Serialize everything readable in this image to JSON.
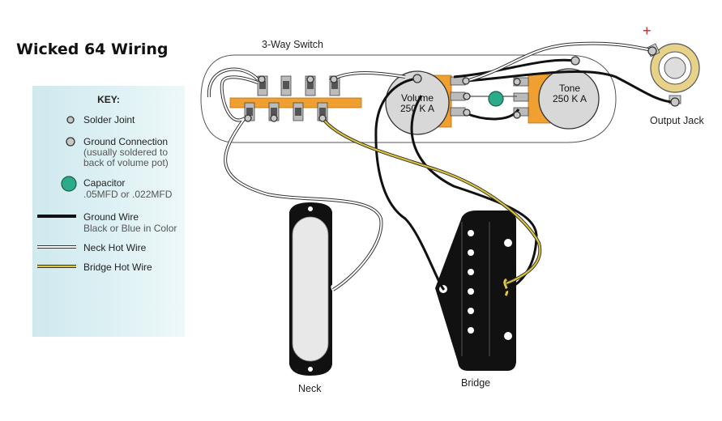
{
  "title": "Wicked 64 Wiring",
  "key": {
    "heading": "KEY:",
    "items": [
      {
        "label": "Solder Joint",
        "sub": []
      },
      {
        "label": "Ground Connection",
        "sub": [
          "(usually soldered to",
          "back of volume pot)"
        ]
      },
      {
        "label": "Capacitor",
        "sub": [
          ".05MFD or .022MFD"
        ]
      },
      {
        "label": "Ground Wire",
        "sub": [
          "Black or Blue in Color"
        ]
      },
      {
        "label": "Neck Hot Wire",
        "sub": []
      },
      {
        "label": "Bridge Hot Wire",
        "sub": []
      }
    ]
  },
  "labels": {
    "switch": "3-Way Switch",
    "volume": "Volume",
    "volume_value": "250 K A",
    "tone": "Tone",
    "tone_value": "250 K A",
    "output_jack": "Output Jack",
    "plus": "+",
    "neck": "Neck",
    "bridge": "Bridge"
  },
  "colors": {
    "capacitor": "#2bab8a",
    "ground_wire": "#111111",
    "neck_wire": "#ffffff",
    "bridge_wire": "#e0c63a",
    "plate": "#ffffff",
    "jack_ring": "#e8d28a",
    "lug": "#f0a030",
    "plus": "#d42020"
  }
}
